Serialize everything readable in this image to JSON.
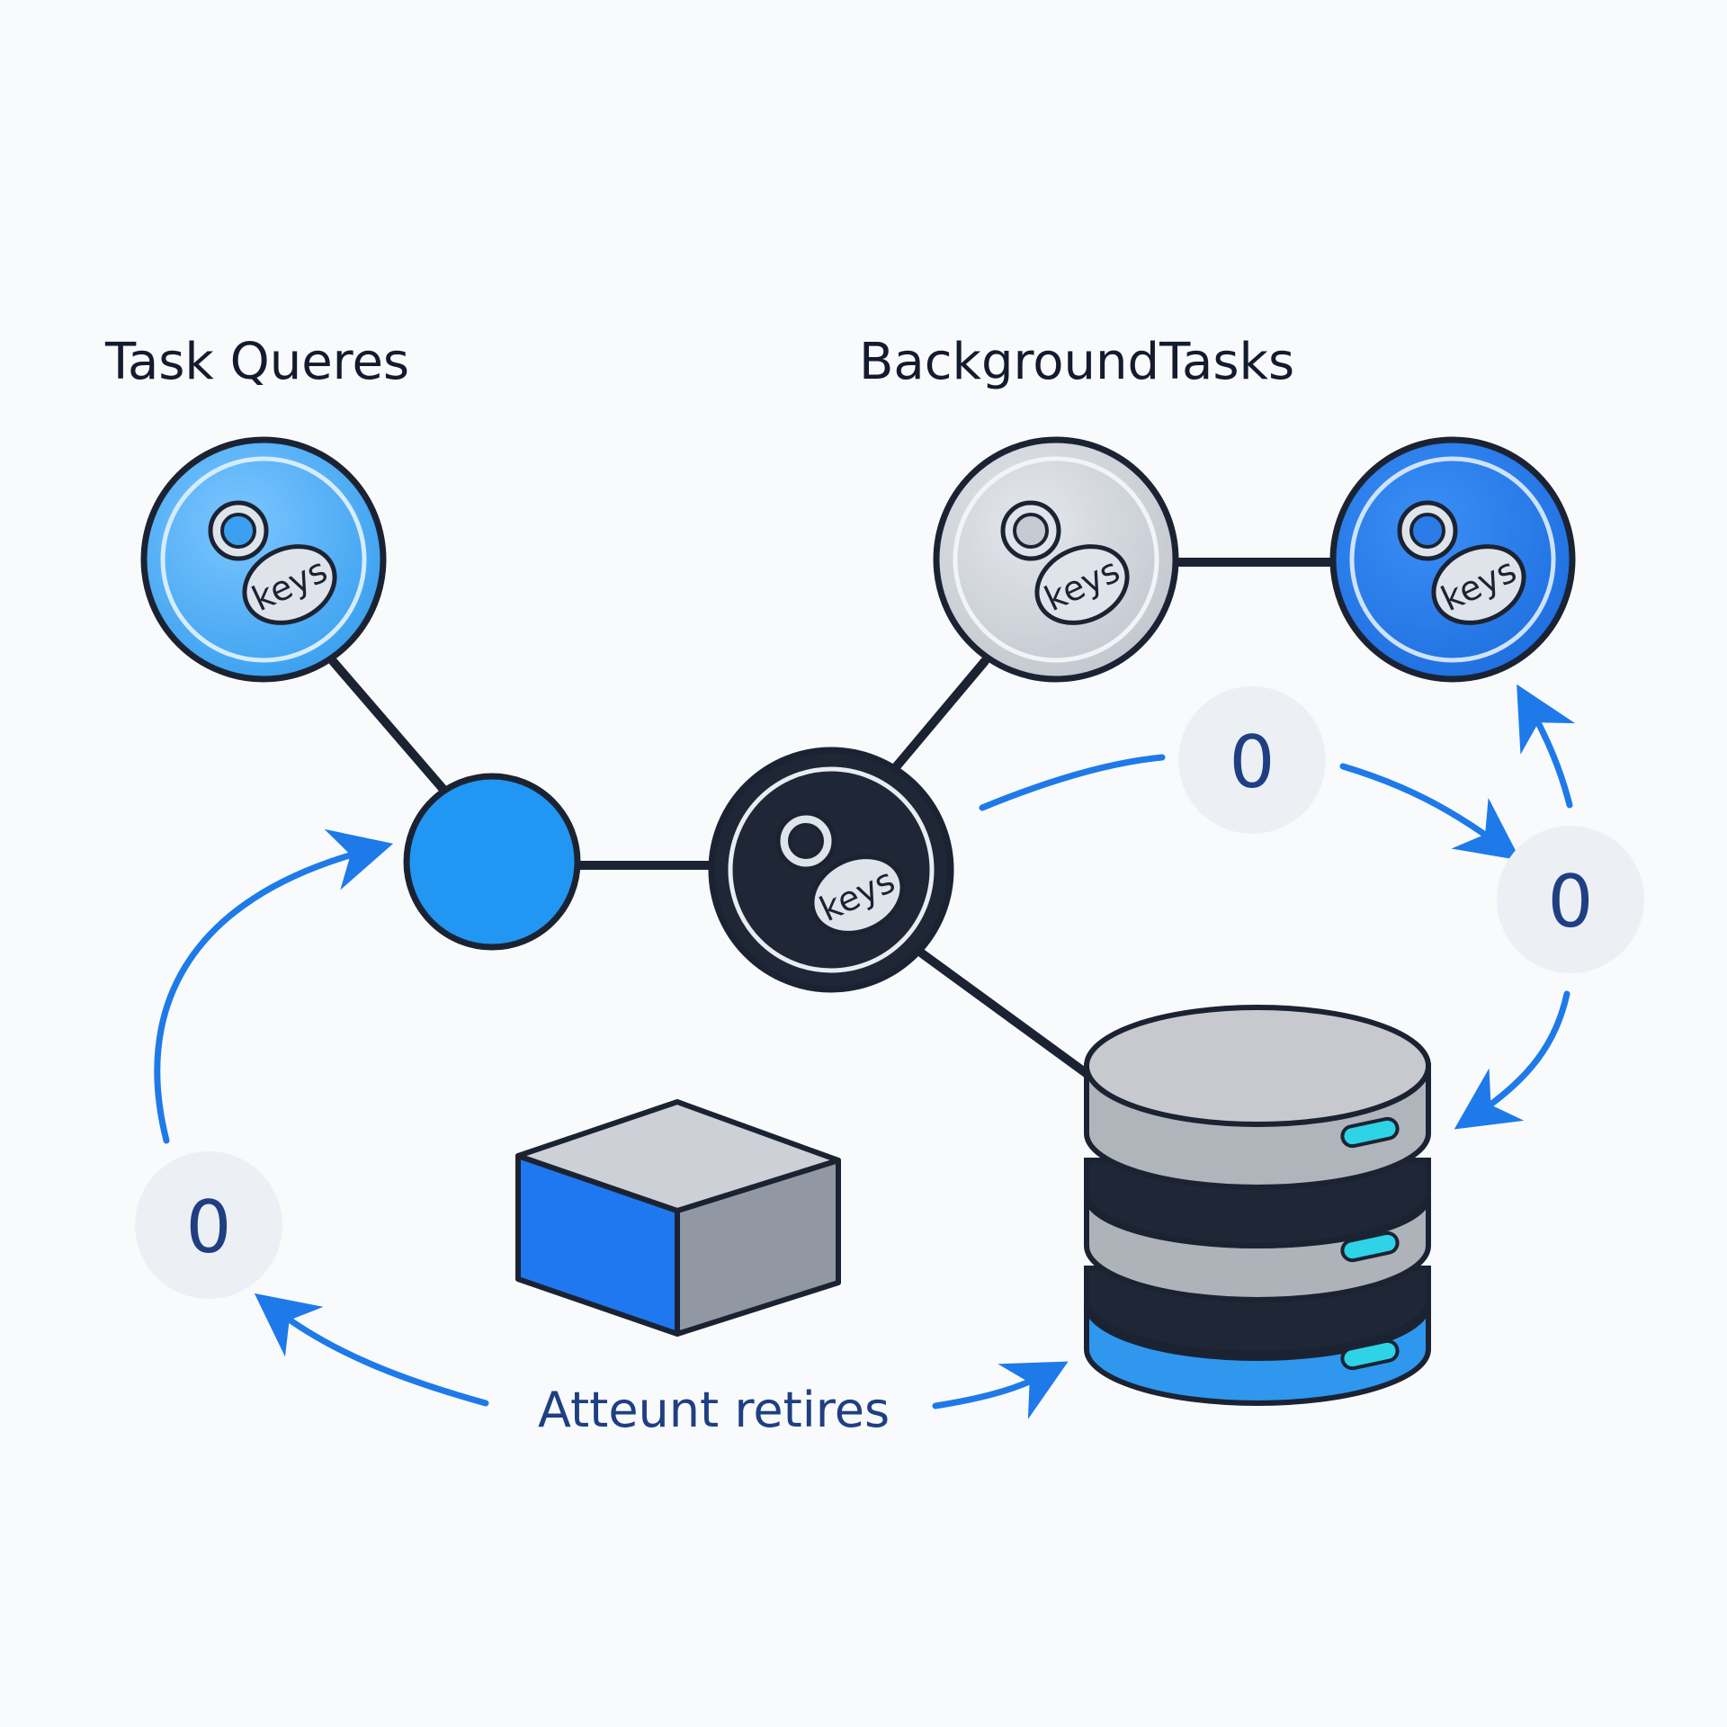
{
  "labels": {
    "task_queues": "Task Queres",
    "background_tasks": "BackgroundTasks",
    "caption": "Atteunt retires"
  },
  "nodes": [
    {
      "name": "task-queue-node",
      "icon": "key-icon",
      "tag": "keys",
      "fill": "#4aacf2"
    },
    {
      "name": "background-task-node-grey",
      "icon": "key-icon",
      "tag": "keys",
      "fill": "#cfd3da"
    },
    {
      "name": "background-task-node-blue",
      "icon": "key-icon",
      "tag": "keys",
      "fill": "#2b7be9"
    },
    {
      "name": "central-key-node",
      "icon": "key-icon",
      "tag": "keys",
      "fill": "#1f2636"
    }
  ],
  "badges": [
    "0",
    "0",
    "0"
  ],
  "colors": {
    "accent": "#1e7ae8",
    "hub": "#2196f3",
    "outline": "#1b2333",
    "database_top": "#c7c9ce",
    "database_bottom": "#2f97ee",
    "led": "#2ed3e6"
  }
}
